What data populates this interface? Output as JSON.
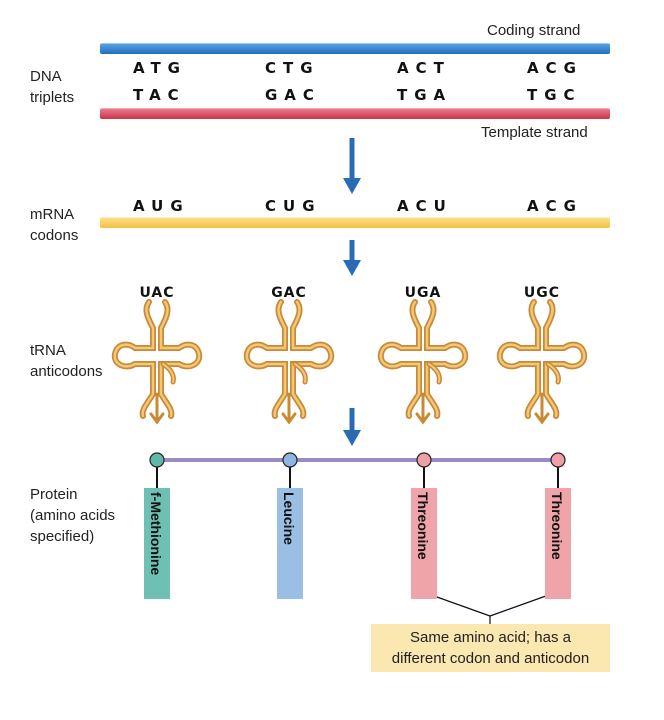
{
  "labels": {
    "dna": [
      "DNA",
      "triplets"
    ],
    "mrna": [
      "mRNA",
      "codons"
    ],
    "trna": [
      "tRNA",
      "anticodons"
    ],
    "protein": [
      "Protein",
      "(amino acids",
      "specified)"
    ]
  },
  "strands": {
    "coding": "Coding strand",
    "template": "Template strand"
  },
  "dna_coding_triplets": [
    "ATG",
    "CTG",
    "ACT",
    "ACG"
  ],
  "dna_template_triplets": [
    "TAC",
    "GAC",
    "TGA",
    "TGC"
  ],
  "mrna_codons": [
    "AUG",
    "CUG",
    "ACU",
    "ACG"
  ],
  "trna_anticodons": [
    "UAC",
    "GAC",
    "UGA",
    "UGC"
  ],
  "amino_acids": [
    {
      "name": "f-Methionine",
      "color": "#6fc0b4",
      "node_color": "#5fb9a8"
    },
    {
      "name": "Leucine",
      "color": "#9bbfe4",
      "node_color": "#8fb5e2"
    },
    {
      "name": "Threonine",
      "color": "#eea4a8",
      "node_color": "#eea0a6"
    },
    {
      "name": "Threonine",
      "color": "#eea4a8",
      "node_color": "#eea0a6"
    }
  ],
  "colors": {
    "coding_strand": "#1f6fc0",
    "template_strand": "#c9324a",
    "mrna": "#f2c040",
    "trna": "#d9a04a",
    "arrow": "#2a6bb5",
    "peptide_chain": "#9a8bc4",
    "callout_bg": "#fbe8b0"
  },
  "callout": [
    "Same amino acid; has a",
    "different codon and anticodon"
  ]
}
